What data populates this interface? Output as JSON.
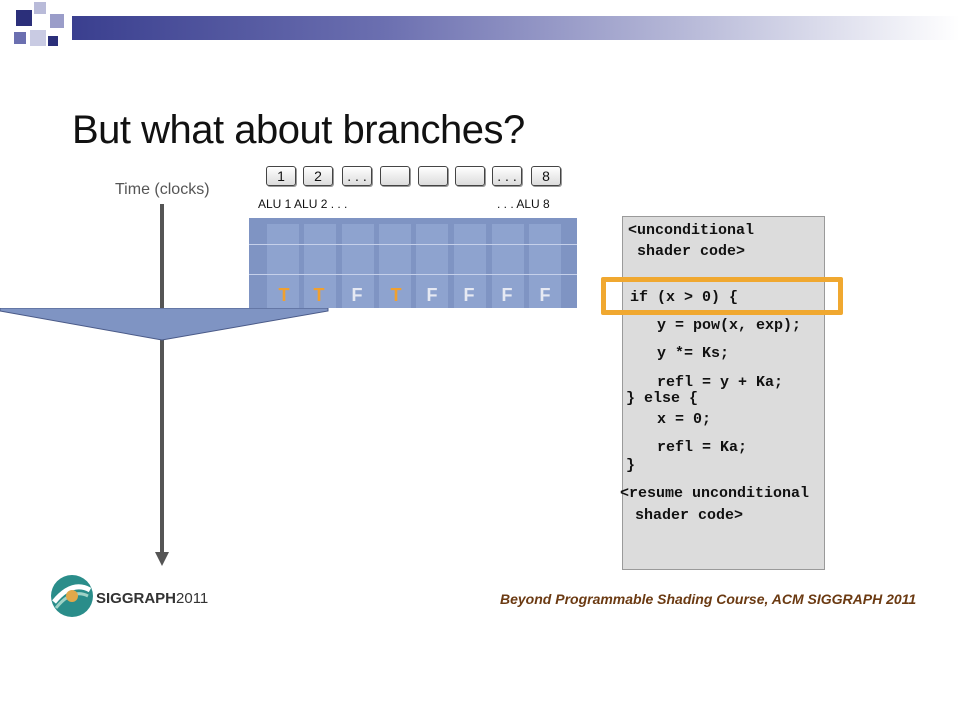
{
  "slide": {
    "title": "But what about branches?"
  },
  "time_axis": {
    "label": "Time (clocks)"
  },
  "alus": {
    "boxes": [
      "1",
      "2",
      ". . .",
      "",
      "",
      "",
      ". . .",
      "8"
    ],
    "label_left": "ALU 1 ALU 2 . . .",
    "label_right": ". . . ALU 8"
  },
  "branch_results": [
    "T",
    "T",
    "F",
    "T",
    "F",
    "F",
    "F",
    "F"
  ],
  "code": {
    "lines": [
      "<unconditional",
      " shader code>",
      "if (x > 0) {",
      "   y = pow(x, exp);",
      "   y *= Ks;",
      "   refl = y + Ka;",
      "} else {",
      "   x = 0;",
      "   refl = Ka;",
      "}",
      "<resume unconditional",
      " shader code>"
    ]
  },
  "footer": {
    "logo_bold": "SIGGRAPH",
    "logo_year": "2011",
    "credit": "Beyond Programmable Shading Course, ACM SIGGRAPH 2011"
  },
  "colors": {
    "accent_orange": "#f0a830",
    "true_color": "#f0a030",
    "exec_block": "#7f94c3",
    "banner": "#3a3f8f"
  }
}
